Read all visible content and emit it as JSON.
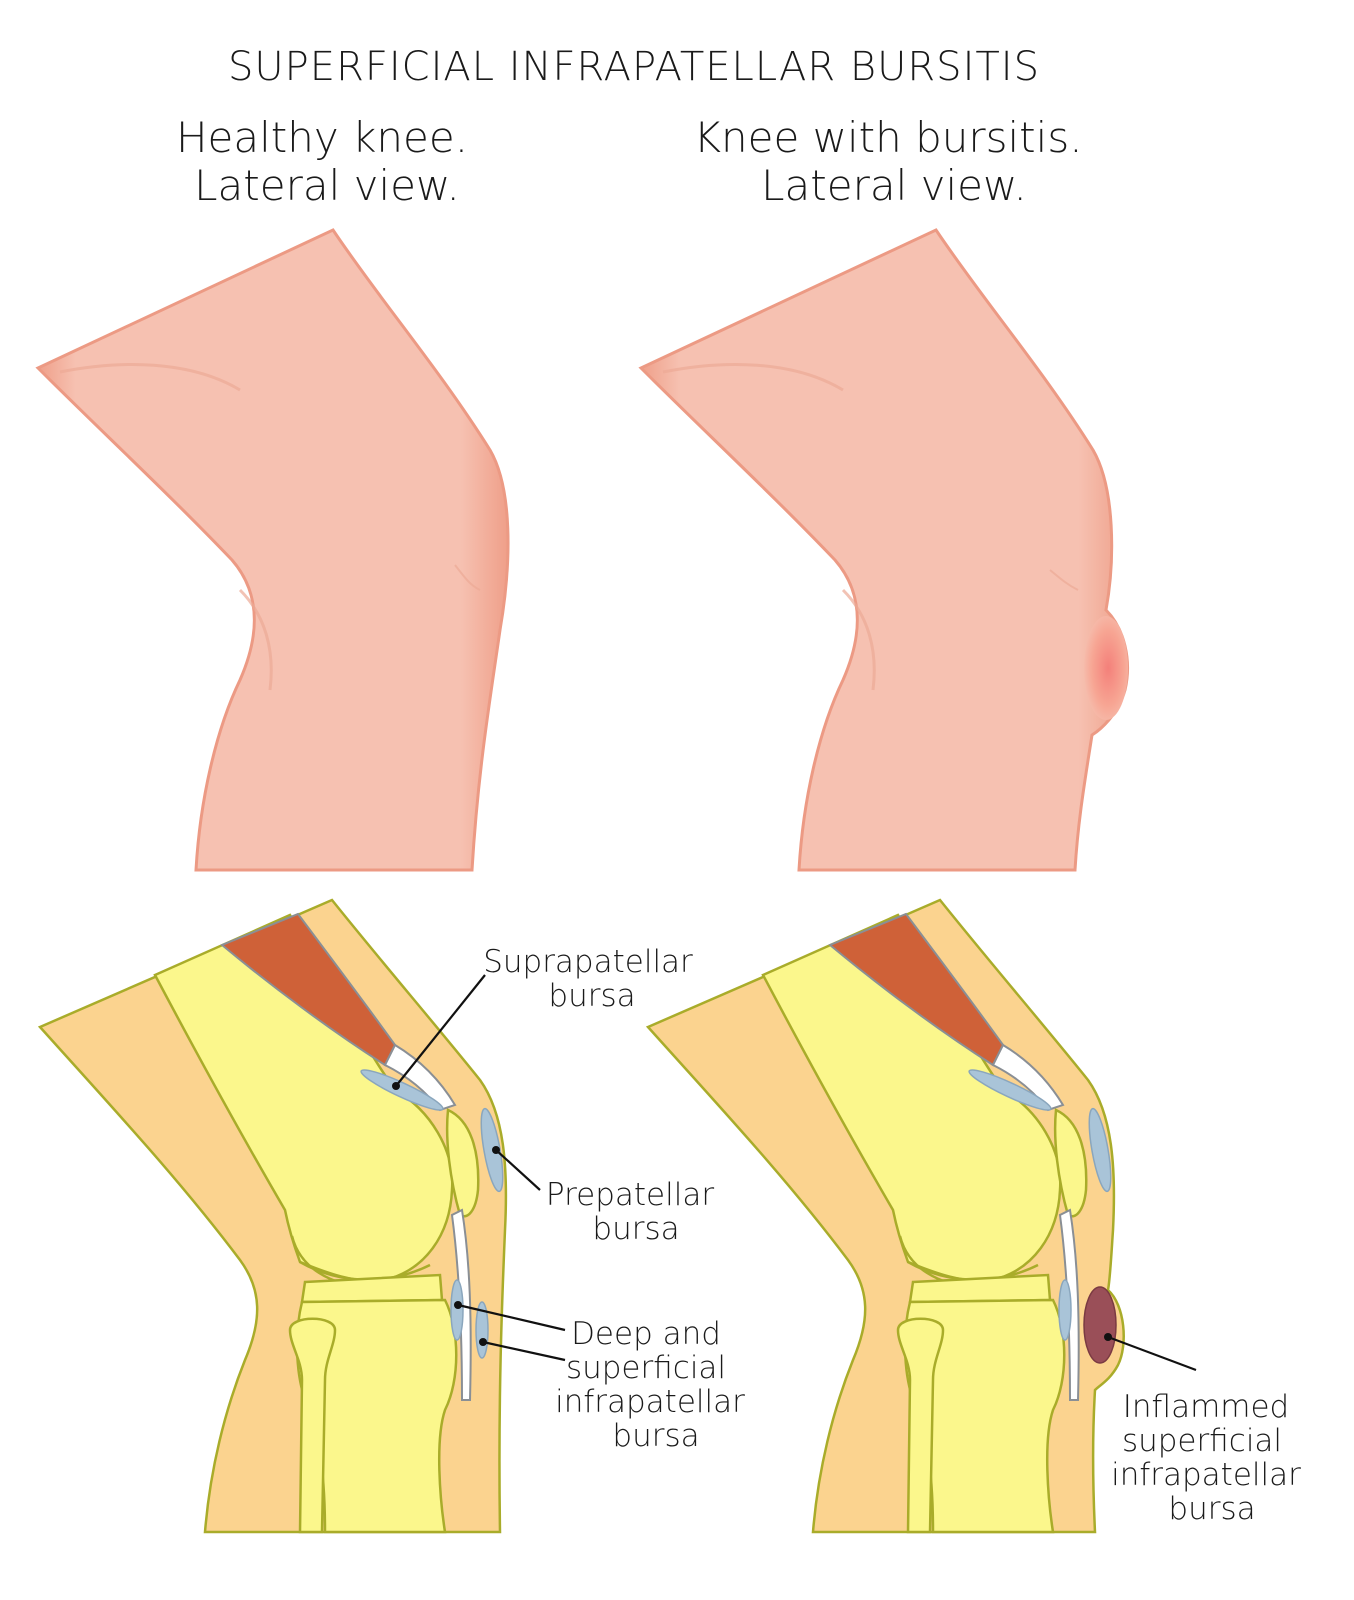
{
  "title": "SUPERFICIAL INFRAPATELLAR BURSITIS",
  "panels": {
    "healthy": {
      "heading_line1": "Healthy knee.",
      "heading_line2": "Lateral view."
    },
    "bursitis": {
      "heading_line1": "Knee with bursitis.",
      "heading_line2": "Lateral view."
    }
  },
  "labels": {
    "suprapatellar": {
      "line1": "Suprapatellar",
      "line2": "bursa"
    },
    "prepatellar": {
      "line1": "Prepatellar",
      "line2": "bursa"
    },
    "infrapatellar": {
      "line1": "Deep and",
      "line2": "superficial",
      "line3": "infrapatellar",
      "line4": "bursa"
    },
    "inflamed": {
      "line1": "Inflammed",
      "line2": "superficial",
      "line3": "infrapatellar",
      "line4": "bursa"
    }
  },
  "colors": {
    "skin": "#f6c1b1",
    "skin_edge": "#ee9e88",
    "soft_tissue": "#fbd38f",
    "bone": "#fbf78c",
    "outline": "#a9ac2a",
    "muscle": "#cf6138",
    "tendon": "#ffffff",
    "bursa": "#a9c4d8",
    "inflamed_bursa": "#9a4f58",
    "swelling": "#f07a78"
  }
}
